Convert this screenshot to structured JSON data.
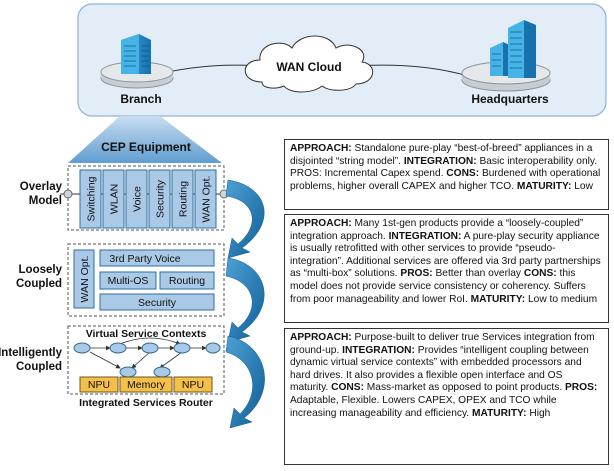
{
  "network": {
    "cloud_label": "WAN Cloud",
    "branch_label": "Branch",
    "hq_label": "Headquarters"
  },
  "cep": {
    "title": "CEP Equipment"
  },
  "models": [
    {
      "label_line1": "Overlay",
      "label_line2": "Model",
      "modules": [
        "Switching",
        "WLAN",
        "Voice",
        "Security",
        "Routing",
        "WAN Opt."
      ]
    },
    {
      "label_line1": "Loosely",
      "label_line2": "Coupled",
      "modules": [
        "WAN Opt.",
        "3rd Party Voice",
        "Multi-OS",
        "Routing",
        "Security"
      ]
    },
    {
      "label_line1": "Intelligently",
      "label_line2": "Coupled",
      "title": "Virtual Service Contexts",
      "modules": [
        "NPU",
        "Memory",
        "NPU"
      ],
      "caption": "Integrated Services Router"
    }
  ],
  "descriptions": [
    {
      "parts": [
        [
          "APPROACH:",
          true
        ],
        [
          " Standalone pure-play “best-of-breed” appliances in a disjointed “string model”. ",
          false
        ],
        [
          "INTEGRATION:",
          true
        ],
        [
          " Basic interoper­ability only. PROS: Incremental Capex spend. ",
          false
        ],
        [
          "CONS:",
          true
        ],
        [
          " Burdened with operational problems, higher overall CAPEX and higher TCO. ",
          false
        ],
        [
          "MATURITY:",
          true
        ],
        [
          " Low",
          false
        ]
      ]
    },
    {
      "parts": [
        [
          "APPROACH:",
          true
        ],
        [
          " Many 1st-gen products provide a “loosely-coupled” integration approach. ",
          false
        ],
        [
          "INTEGRATION:",
          true
        ],
        [
          " A pure-play security appliance is usually retrofitted with other services to provide “pseudo-integration”. Additional services are offered via 3rd party partnerships as “multi-box” solutions. ",
          false
        ],
        [
          "PROS:",
          true
        ],
        [
          " Better than overlay ",
          false
        ],
        [
          "CONS:",
          true
        ],
        [
          " this model does not provide service consistency or coherency. Suffers from poor manageability and lower RoI. ",
          false
        ],
        [
          "MATURITY:",
          true
        ],
        [
          " Low to medium",
          false
        ]
      ]
    },
    {
      "parts": [
        [
          "APPROACH:",
          true
        ],
        [
          " Purpose-built to deliver true Services integration from ground-up. ",
          false
        ],
        [
          "INTEGRATION:",
          true
        ],
        [
          " Provides “intelligent coupling between dynamic virtual service contexts” with embedded processors and hard drives. It also provides a flexible open interface and OS maturity. ",
          false
        ],
        [
          "CONS:",
          true
        ],
        [
          " Mass-market as opposed to point products. ",
          false
        ],
        [
          "PROS:",
          true
        ],
        [
          " Adaptable, Flexible. Lowers CAPEX, OPEX and TCO while increasing manageability and efficiency. ",
          false
        ],
        [
          "MATURITY:",
          true
        ],
        [
          " High",
          false
        ]
      ]
    }
  ],
  "colors": {
    "band_fill": "#e3eef8",
    "band_stroke": "#7fa7c9",
    "module_fill": "#a9c9e6",
    "module_stroke": "#2f6f9f",
    "arrow_fill": "#1e7ab5",
    "npu_fill": "#f5c04a",
    "cep_top": "#a6c8e6",
    "cep_bottom": "#6aa4d4"
  }
}
